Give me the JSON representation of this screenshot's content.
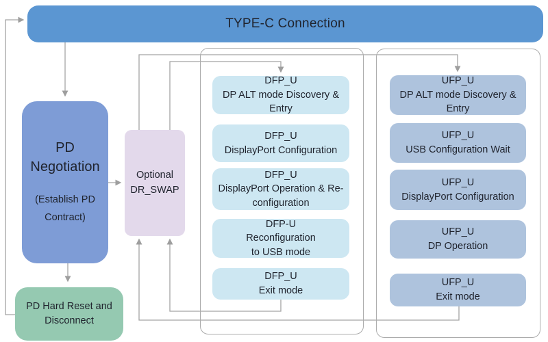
{
  "diagram": {
    "title": "TYPE-C Connection",
    "colors": {
      "typec_box": "#5b96d2",
      "pd_negotiation_box": "#7e9cd6",
      "hard_reset_box": "#95c9b1",
      "dr_swap_box": "#e3d9eb",
      "dfp_box": "#cde7f2",
      "ufp_box": "#aec3dd",
      "connector": "#a3a3a3",
      "text": "#20242e"
    },
    "pd_negotiation": {
      "title": "PD\nNegotiation",
      "subtitle": "(Establish PD\nContract)"
    },
    "dr_swap": {
      "label": "Optional\nDR_SWAP"
    },
    "hard_reset": {
      "label": "PD Hard Reset and\nDisconnect"
    },
    "dfp_column": {
      "boxes": [
        {
          "title": "DFP_U",
          "body": "DP ALT mode Discovery &\nEntry"
        },
        {
          "title": "DFP_U",
          "body": "DisplayPort Configuration"
        },
        {
          "title": "DFP_U",
          "body": "DisplayPort Operation & Re-\nconfiguration"
        },
        {
          "title": "DFP-U",
          "body": "Reconfiguration\nto USB mode"
        },
        {
          "title": "DFP_U",
          "body": "Exit mode"
        }
      ]
    },
    "ufp_column": {
      "boxes": [
        {
          "title": "UFP_U",
          "body": "DP ALT mode Discovery &\nEntry"
        },
        {
          "title": "UFP_U",
          "body": "USB Configuration Wait"
        },
        {
          "title": "UFP_U",
          "body": "DisplayPort Configuration"
        },
        {
          "title": "UFP_U",
          "body": "DP Operation"
        },
        {
          "title": "UFP_U",
          "body": "Exit mode"
        }
      ]
    }
  }
}
